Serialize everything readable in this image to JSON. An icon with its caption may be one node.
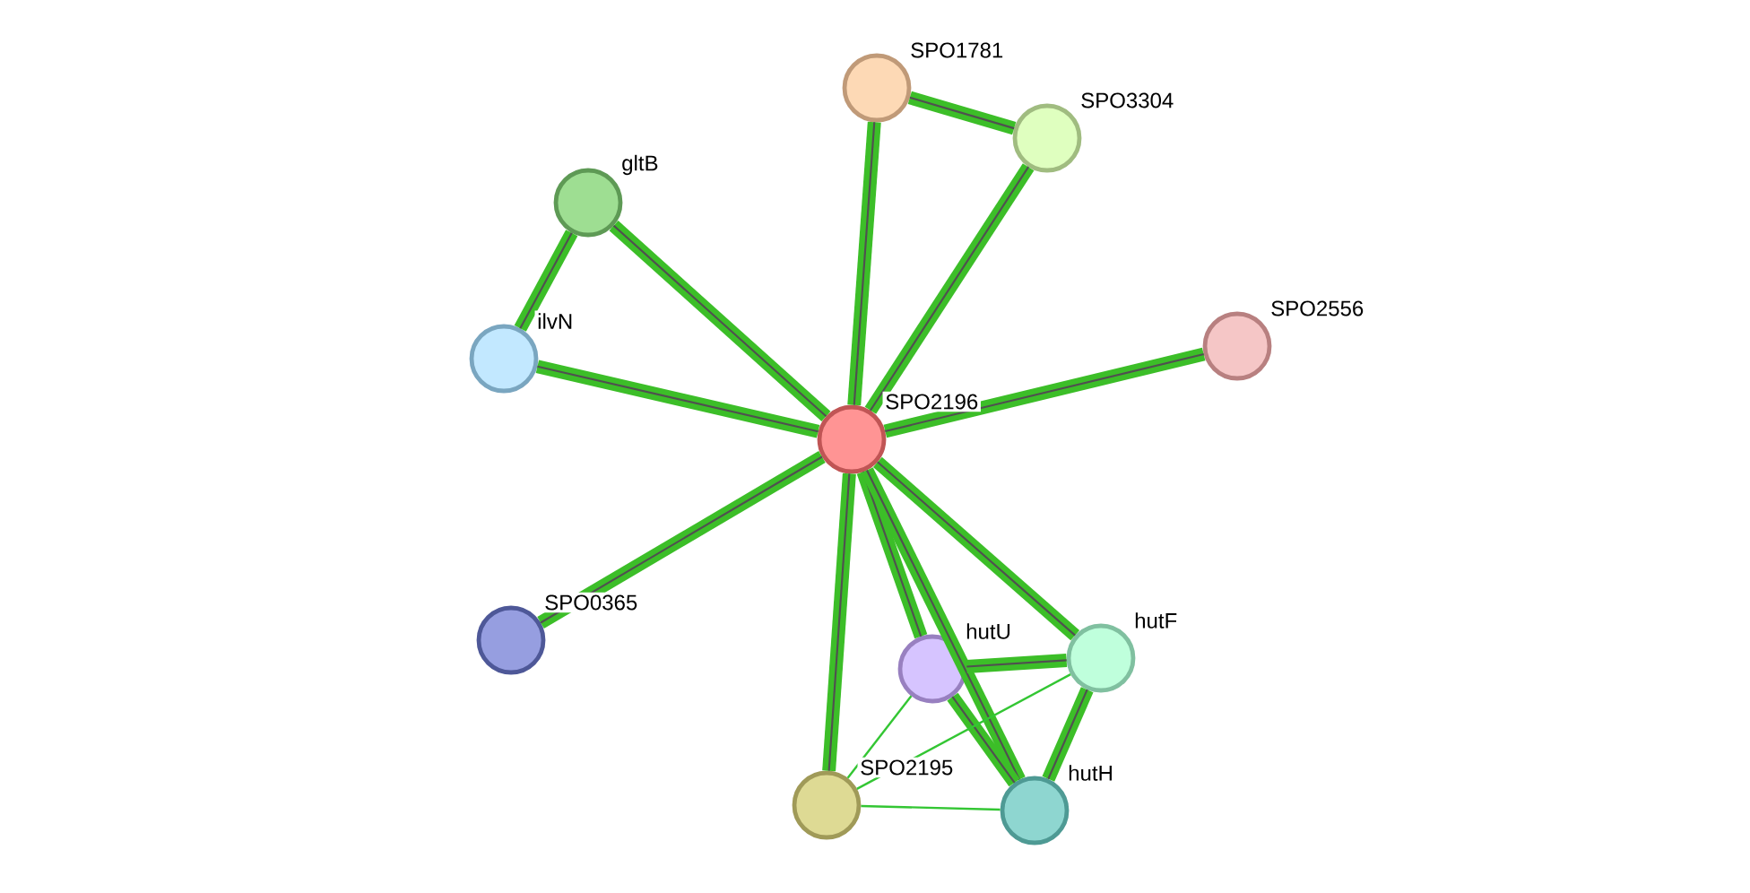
{
  "diagram": {
    "nodes": [
      {
        "text": [
          "SPO1781"
        ]
      },
      {
        "text": [
          "SPO3304"
        ]
      },
      {
        "text": [
          "gltB"
        ]
      },
      {
        "text": [
          "SPO2556"
        ]
      },
      {
        "text": [
          "ilvN"
        ]
      },
      {
        "text": [
          "SPO2196"
        ]
      },
      {
        "text": [
          "SPO0365"
        ]
      },
      {
        "text": [
          "hutU"
        ]
      },
      {
        "text": [
          "hutF"
        ]
      },
      {
        "text": [
          "SPO2195"
        ]
      },
      {
        "text": [
          "hutH"
        ]
      }
    ],
    "edges": [
      {
        "from": 5,
        "to": 0,
        "arrow": "none"
      },
      {
        "from": 5,
        "to": 1,
        "arrow": "none"
      },
      {
        "from": 0,
        "to": 1,
        "arrow": "none"
      },
      {
        "from": 5,
        "to": 2,
        "arrow": "none"
      },
      {
        "from": 5,
        "to": 4,
        "arrow": "none"
      },
      {
        "from": 2,
        "to": 4,
        "arrow": "none"
      },
      {
        "from": 5,
        "to": 3,
        "arrow": "none"
      },
      {
        "from": 5,
        "to": 6,
        "arrow": "none"
      },
      {
        "from": 5,
        "to": 7,
        "arrow": "none"
      },
      {
        "from": 5,
        "to": 8,
        "arrow": "none"
      },
      {
        "from": 5,
        "to": 10,
        "arrow": "none"
      },
      {
        "from": 5,
        "to": 9,
        "arrow": "none"
      },
      {
        "from": 7,
        "to": 8,
        "arrow": "none"
      },
      {
        "from": 7,
        "to": 10,
        "arrow": "none"
      },
      {
        "from": 8,
        "to": 10,
        "arrow": "none"
      },
      {
        "from": 7,
        "to": 9,
        "arrow": "none",
        "color": "#33c633"
      },
      {
        "from": 8,
        "to": 9,
        "arrow": "none",
        "color": "#33c633"
      },
      {
        "from": 9,
        "to": 10,
        "arrow": "none",
        "color": "#33c633"
      }
    ]
  }
}
